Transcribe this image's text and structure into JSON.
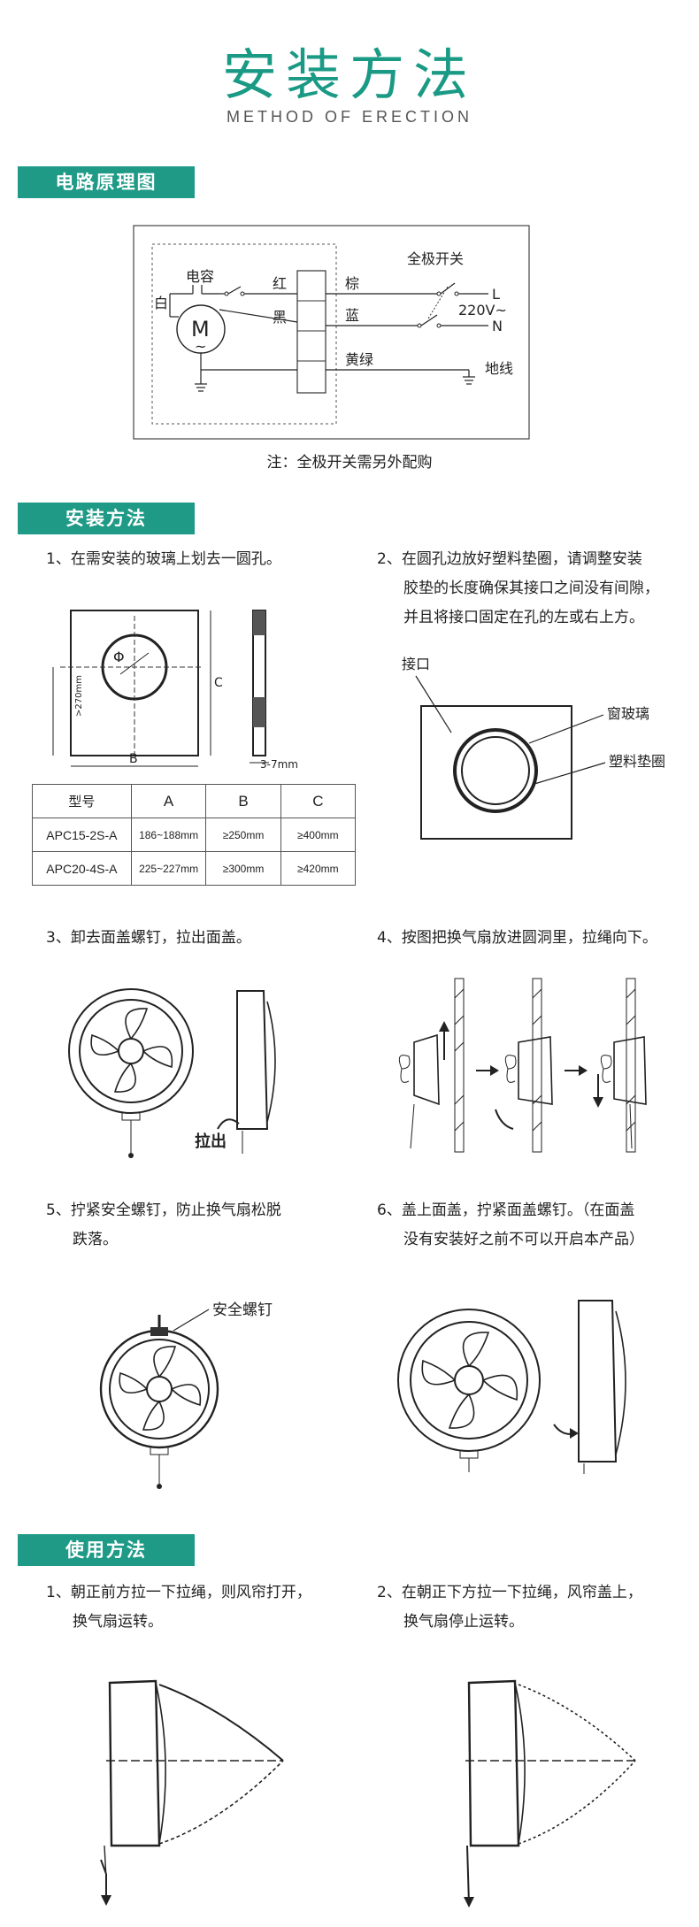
{
  "header": {
    "title": "安装方法",
    "subtitle": "METHOD OF ERECTION"
  },
  "sections": {
    "circuit": "电路原理图",
    "install": "安装方法",
    "usage": "使用方法"
  },
  "circuit": {
    "labels": {
      "capacitor": "电容",
      "white": "白",
      "motor": "M",
      "motor_tilde": "~",
      "red": "红",
      "black": "黑",
      "brown": "棕",
      "blue": "蓝",
      "yellow_green": "黄绿",
      "switch": "全极开关",
      "live": "L",
      "voltage": "220V~",
      "neutral": "N",
      "ground": "地线"
    },
    "note": "注：全极开关需另外配购"
  },
  "install_steps": [
    {
      "lines": [
        "1、在需安装的玻璃上划去一圆孔。"
      ]
    },
    {
      "lines": [
        "2、在圆孔边放好塑料垫圈，请调整安装",
        "胶垫的长度确保其接口之间没有间隙，",
        "并且将接口固定在孔的左或右上方。"
      ]
    },
    {
      "lines": [
        "3、卸去面盖螺钉，拉出面盖。"
      ]
    },
    {
      "lines": [
        "4、按图把换气扇放进圆洞里，拉绳向下。"
      ]
    },
    {
      "lines": [
        "5、拧紧安全螺钉，防止换气扇松脱",
        "跌落。"
      ]
    },
    {
      "lines": [
        "6、盖上面盖，拧紧面盖螺钉。（在面盖",
        "没有安装好之前不可以开启本产品）"
      ]
    }
  ],
  "diagram_labels": {
    "hole_phi": "Φ",
    "dim_c": "C",
    "dim_b": "B",
    "dim_270": ">270mm",
    "thickness": "3-7mm",
    "joint": "接口",
    "window_glass": "窗玻璃",
    "plastic_gasket": "塑料垫圈",
    "pull_out": "拉出",
    "safety_screw": "安全螺钉"
  },
  "spec_table": {
    "headers": [
      "型号",
      "A",
      "B",
      "C"
    ],
    "rows": [
      [
        "APC15-2S-A",
        "186~188mm",
        "≥250mm",
        "≥400mm"
      ],
      [
        "APC20-4S-A",
        "225~227mm",
        "≥300mm",
        "≥420mm"
      ]
    ]
  },
  "usage_steps": [
    {
      "lines": [
        "1、朝正前方拉一下拉绳，则风帘打开，",
        "换气扇运转。"
      ]
    },
    {
      "lines": [
        "2、在朝正下方拉一下拉绳，风帘盖上，",
        "换气扇停止运转。"
      ]
    }
  ],
  "colors": {
    "accent": "#1e9a86",
    "title": "#1a9a85"
  }
}
